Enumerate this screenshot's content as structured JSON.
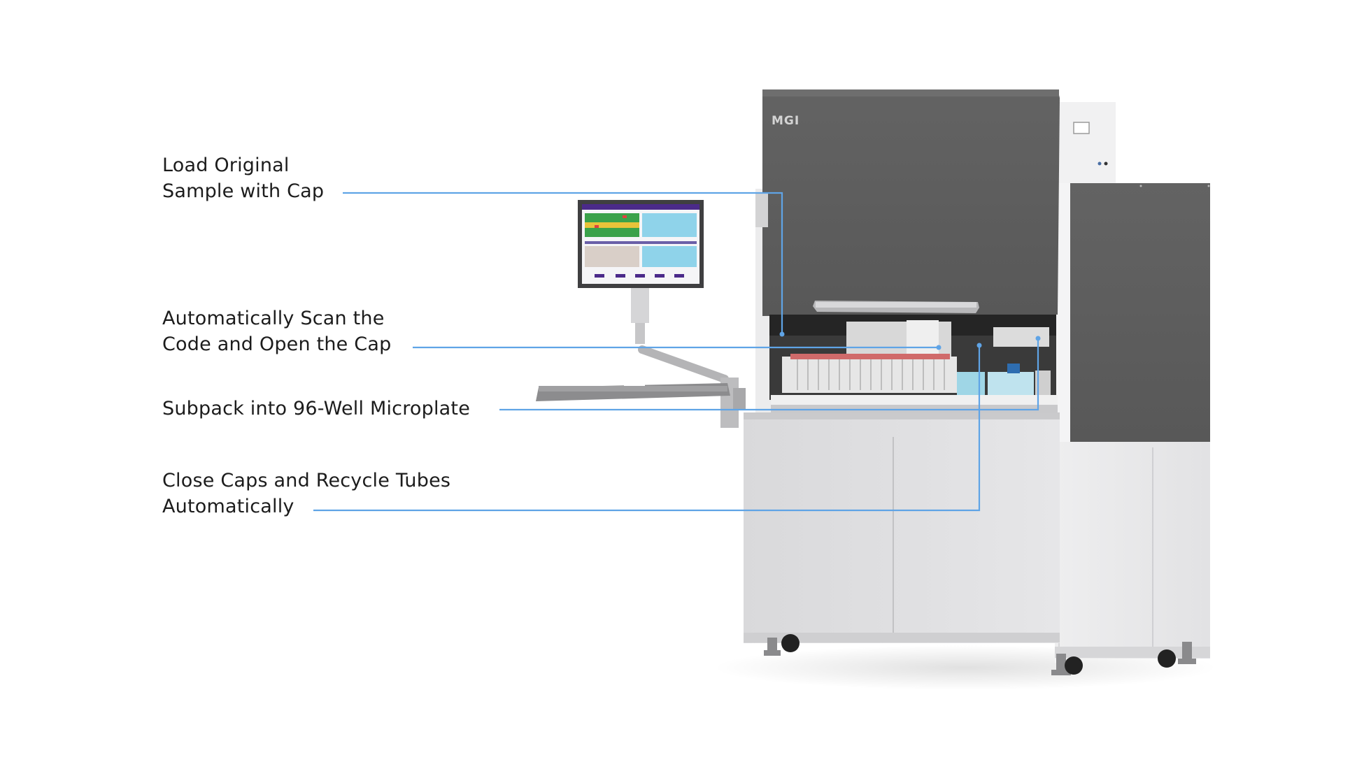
{
  "brand": {
    "logo_text": "MGI"
  },
  "colors": {
    "leader_line": "#5fa4e6",
    "cabinet_dark": "#5d5d5d",
    "cabinet_light": "#e4e4e6",
    "panel_white": "#f1f1f2",
    "screen_header": "#4b2a8a"
  },
  "callouts": [
    {
      "line1": "Load Original",
      "line2": "Sample with Cap"
    },
    {
      "line1": "Automatically Scan the",
      "line2": "Code and Open the Cap"
    },
    {
      "line1": "Subpack into 96-Well Microplate",
      "line2": ""
    },
    {
      "line1": "Close Caps and Recycle Tubes",
      "line2": "Automatically"
    }
  ]
}
